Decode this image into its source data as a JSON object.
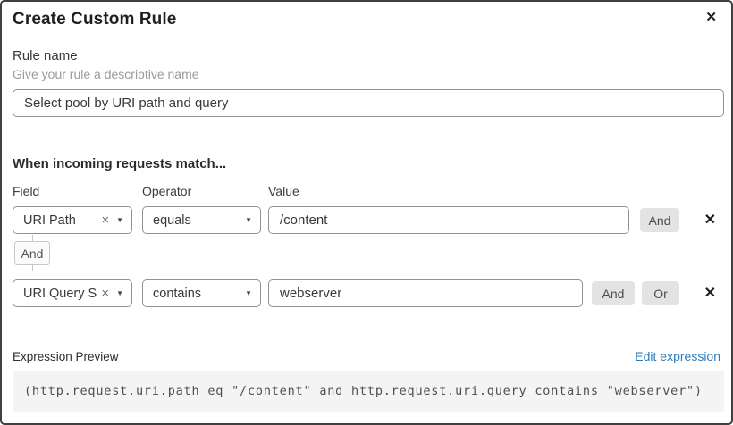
{
  "dialog": {
    "title": "Create Custom Rule"
  },
  "icons": {
    "close": "✕",
    "remove": "✕",
    "clear": "×",
    "chevron_down": "▼"
  },
  "rule_name": {
    "label": "Rule name",
    "helper": "Give your rule a descriptive name",
    "value": "Select pool by URI path and query"
  },
  "match": {
    "heading": "When incoming requests match...",
    "columns": {
      "field": "Field",
      "operator": "Operator",
      "value": "Value"
    },
    "rows": [
      {
        "field": "URI Path",
        "operator": "equals",
        "value": "/content",
        "and_label": "And"
      },
      {
        "field": "URI Query St...",
        "operator": "contains",
        "value": "webserver",
        "and_label": "And",
        "or_label": "Or"
      }
    ],
    "connector": "And"
  },
  "expression": {
    "label": "Expression Preview",
    "edit_link": "Edit expression",
    "code": "(http.request.uri.path eq \"/content\" and http.request.uri.query contains \"webserver\")"
  },
  "colors": {
    "accent_link": "#2e7cbe",
    "button_gray": "#e3e3e3",
    "border_gray": "#919191",
    "code_bg": "#f4f4f4"
  }
}
